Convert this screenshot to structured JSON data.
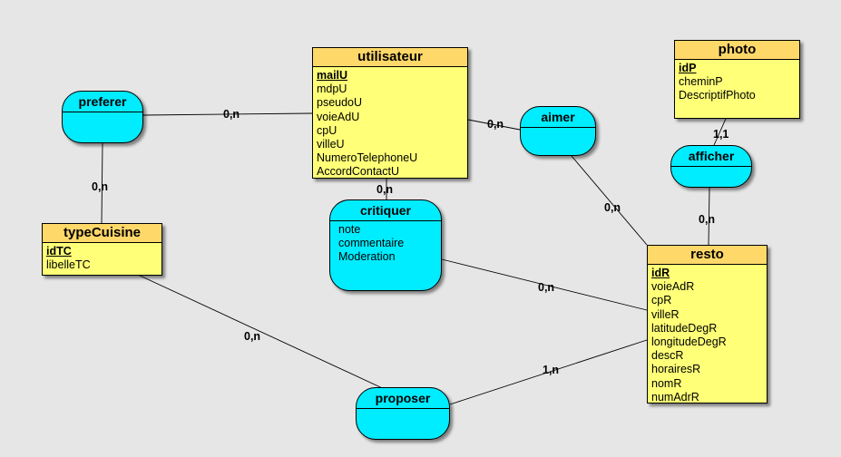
{
  "entities": {
    "utilisateur": {
      "title": "utilisateur",
      "attributes": [
        "mailU",
        "mdpU",
        "pseudoU",
        "voieAdU",
        "cpU",
        "villeU",
        "NumeroTelephoneU",
        "AccordContactU"
      ],
      "key": "mailU"
    },
    "photo": {
      "title": "photo",
      "attributes": [
        "idP",
        "cheminP",
        "DescriptifPhoto"
      ],
      "key": "idP"
    },
    "typeCuisine": {
      "title": "typeCuisine",
      "attributes": [
        "idTC",
        "libelleTC"
      ],
      "key": "idTC"
    },
    "resto": {
      "title": "resto",
      "attributes": [
        "idR",
        "voieAdR",
        "cpR",
        "villeR",
        "latitudeDegR",
        "longitudeDegR",
        "descR",
        "horairesR",
        "nomR",
        "numAdrR"
      ],
      "key": "idR"
    }
  },
  "associations": {
    "preferer": {
      "title": "preferer",
      "attributes": []
    },
    "aimer": {
      "title": "aimer",
      "attributes": []
    },
    "afficher": {
      "title": "afficher",
      "attributes": []
    },
    "critiquer": {
      "title": "critiquer",
      "attributes": [
        "note",
        "commentaire",
        "Moderation"
      ]
    },
    "proposer": {
      "title": "proposer",
      "attributes": []
    }
  },
  "cardinalities": {
    "preferer_utilisateur": "0,n",
    "preferer_typeCuisine": "0,n",
    "aimer_utilisateur": "0,n",
    "aimer_resto": "0,n",
    "critiquer_utilisateur": "0,n",
    "critiquer_resto": "0,n",
    "afficher_photo": "1,1",
    "afficher_resto": "0,n",
    "proposer_typeCuisine": "0,n",
    "proposer_resto": "1,n"
  }
}
